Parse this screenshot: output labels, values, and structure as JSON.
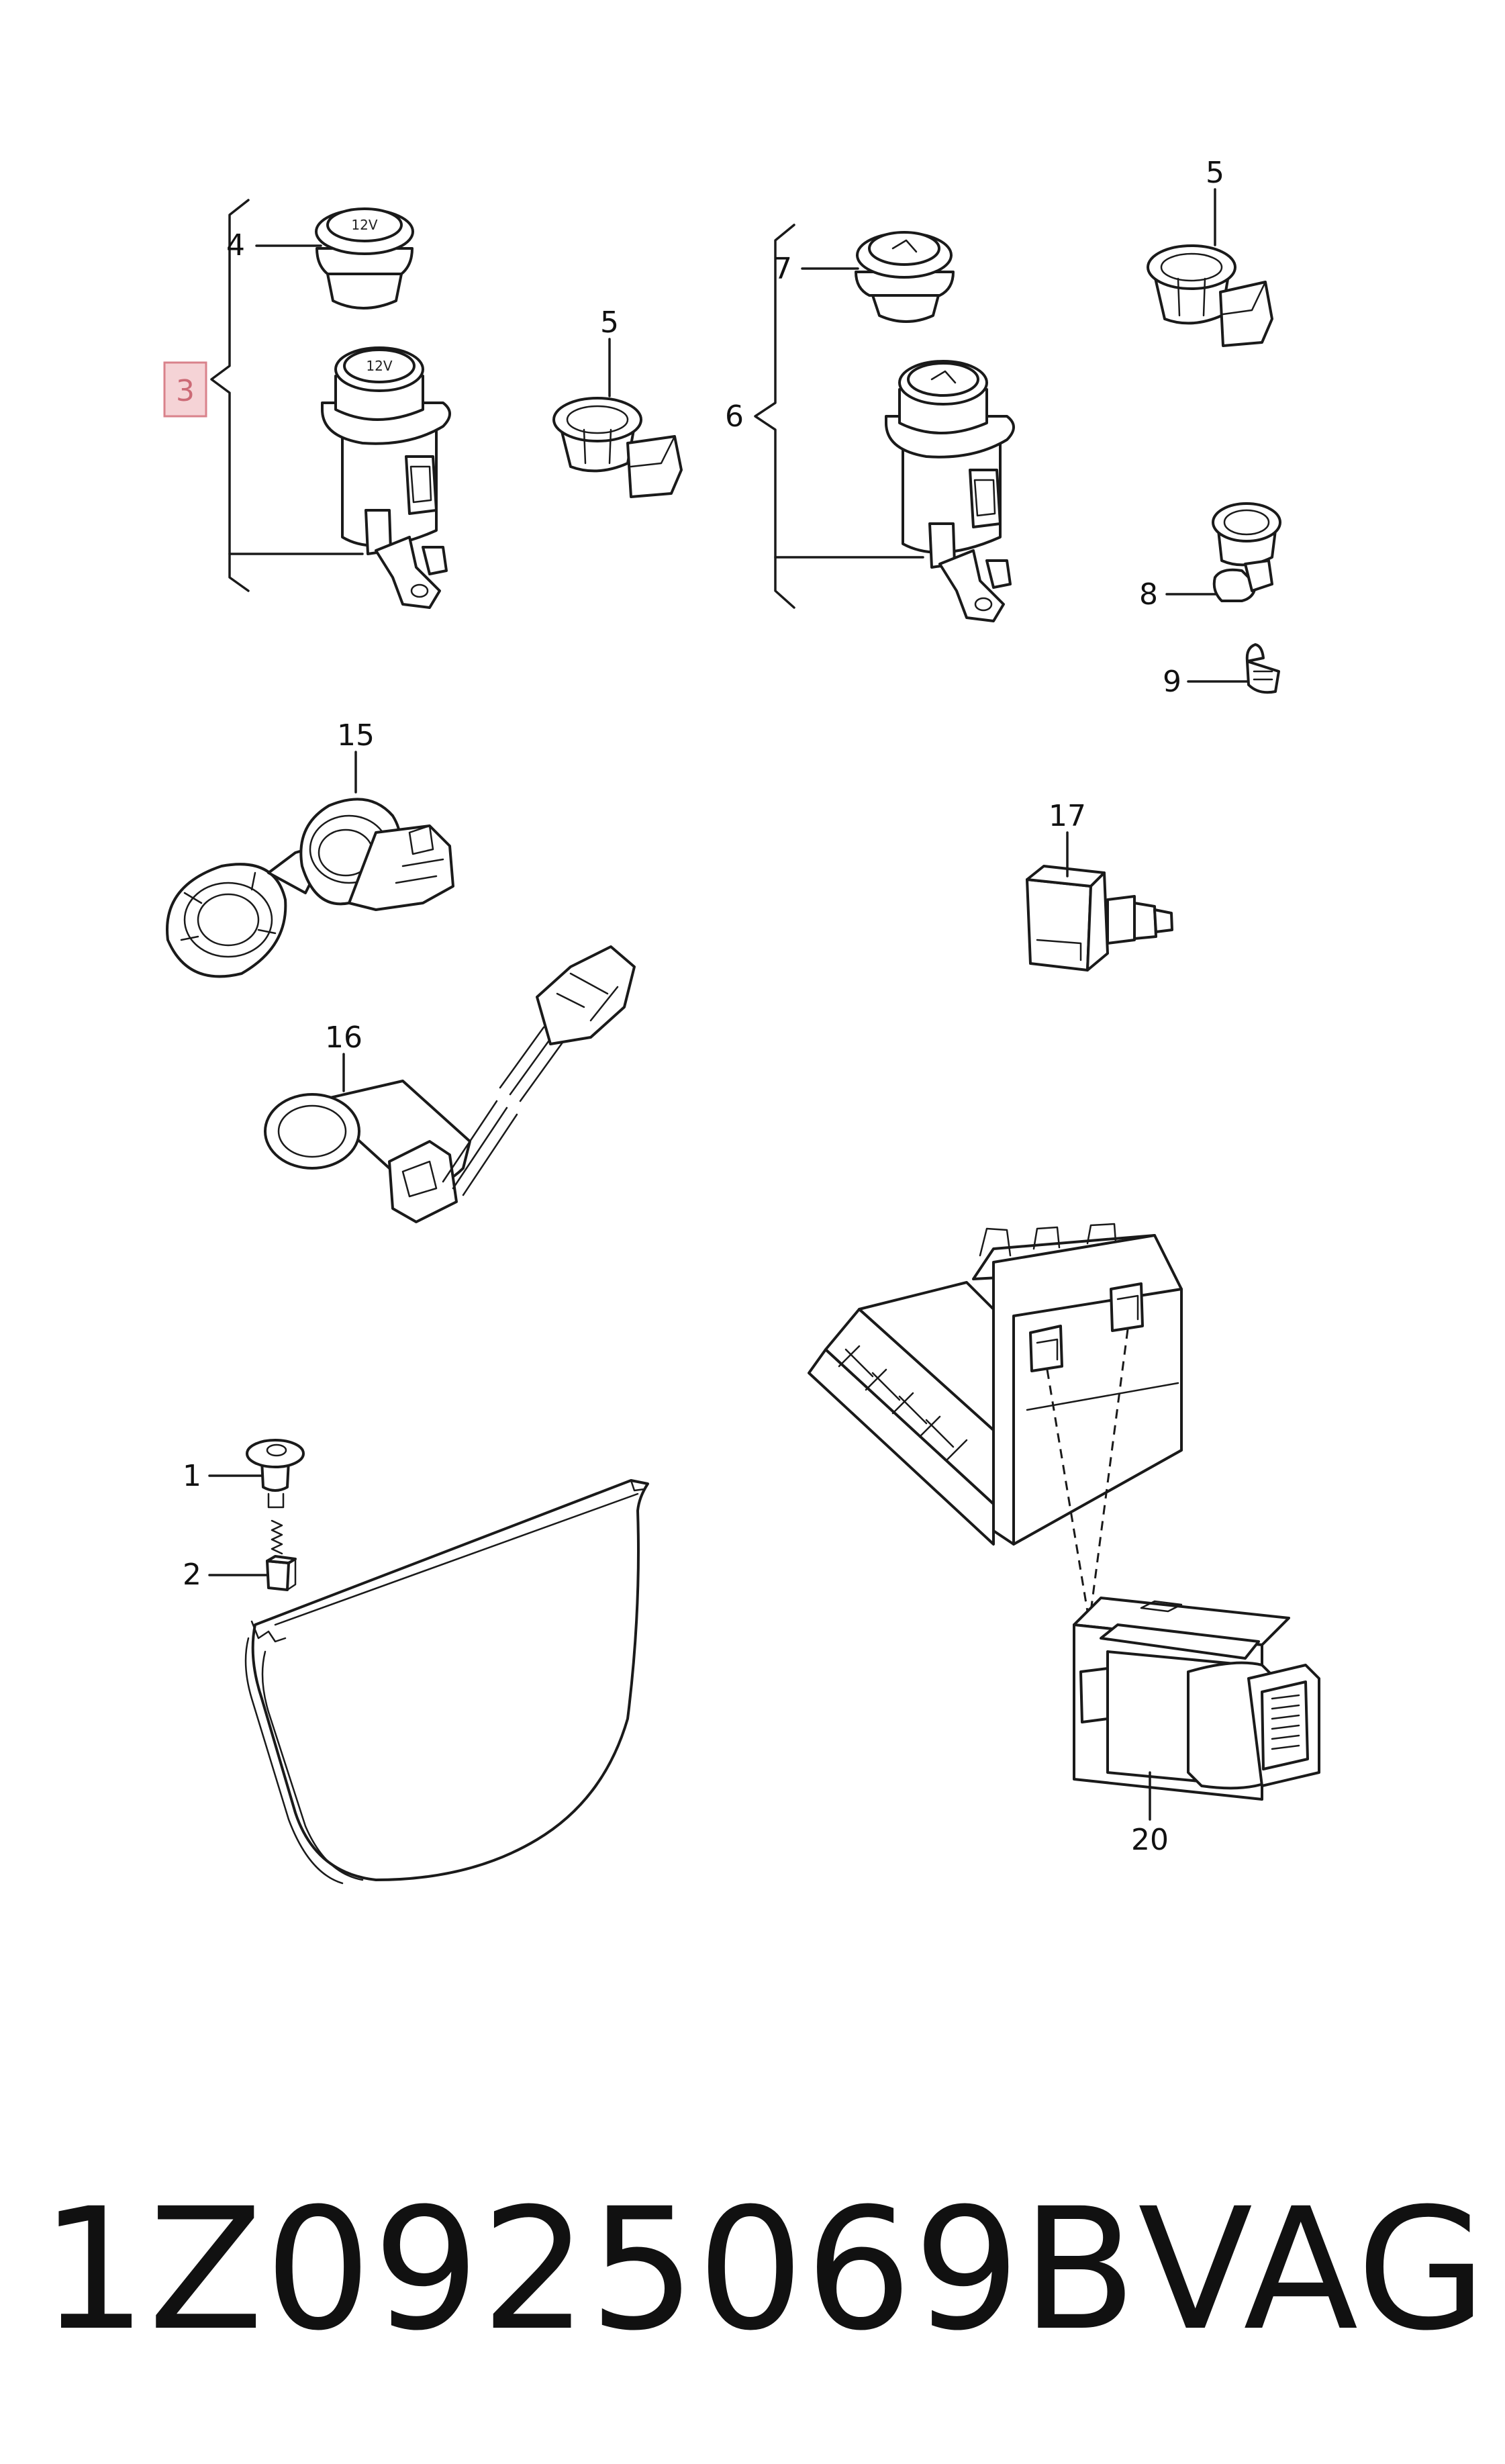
{
  "callouts": {
    "c1": "1",
    "c2": "2",
    "c3": "3",
    "c4": "4",
    "c5a": "5",
    "c5b": "5",
    "c6": "6",
    "c7": "7",
    "c8": "8",
    "c9": "9",
    "c15": "15",
    "c16": "16",
    "c17": "17",
    "c20": "20"
  },
  "embossed_text": {
    "socket_cap": "12V",
    "socket_body": "12V"
  },
  "caption": {
    "part_number": "1Z0925069B",
    "brand": "VAG"
  },
  "colors": {
    "highlight_fill": "#f5d3d6",
    "highlight_text": "#cc6a76",
    "ink": "#1a1a1a"
  }
}
